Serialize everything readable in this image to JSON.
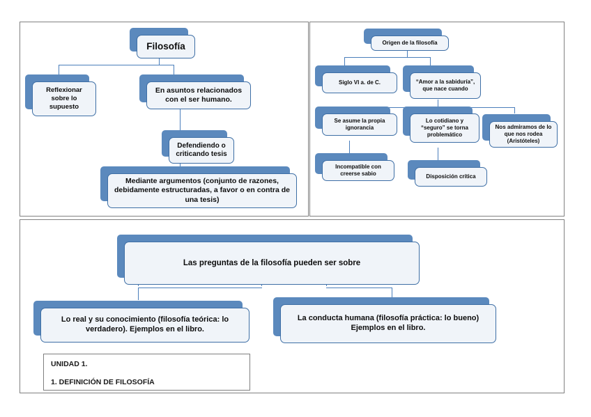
{
  "document": {
    "title": "Mapa conceptual - Definición de filosofía",
    "accent_color": "#4a7ebb",
    "shadow_color": "#5b89bd",
    "face_color": "#f0f4f9",
    "panel_border_color": "#808080"
  },
  "panel_left": {
    "nodes": {
      "root": "Filosofía",
      "branch_1": "Reflexionar sobre lo supuesto",
      "branch_2": "En asuntos relacionados con el ser humano.",
      "branch_3": "Defendiendo o criticando tesis",
      "branch_4": "Mediante argumentos (conjunto de razones, debidamente estructuradas, a favor o en contra de una tesis)"
    }
  },
  "panel_right": {
    "nodes": {
      "root": "Origen de la filosofía",
      "child_1": "Siglo VI a. de C.",
      "child_2": "“Amor a la sabiduría”, que nace cuando",
      "grandchild_1": "Se asume la propia ignorancia",
      "grandchild_2": "Lo cotidiano y “seguro” se torna problemático",
      "grandchild_3": "Nos admiramos de lo que nos rodea (Aristóteles)",
      "leaf_1": "Incompatible con creerse sabio",
      "leaf_2": "Disposición crítica"
    }
  },
  "panel_bottom": {
    "nodes": {
      "root": "Las preguntas de la filosofía pueden ser sobre",
      "child_left": "Lo real y su conocimiento (filosofía teórica: lo verdadero). Ejemplos en el libro.",
      "child_right": "La conducta humana (filosofía práctica: lo bueno) Ejemplos en el libro."
    },
    "caption": {
      "line_1": "UNIDAD 1.",
      "line_2": "1. DEFINICIÓN DE FILOSOFÍA"
    }
  }
}
